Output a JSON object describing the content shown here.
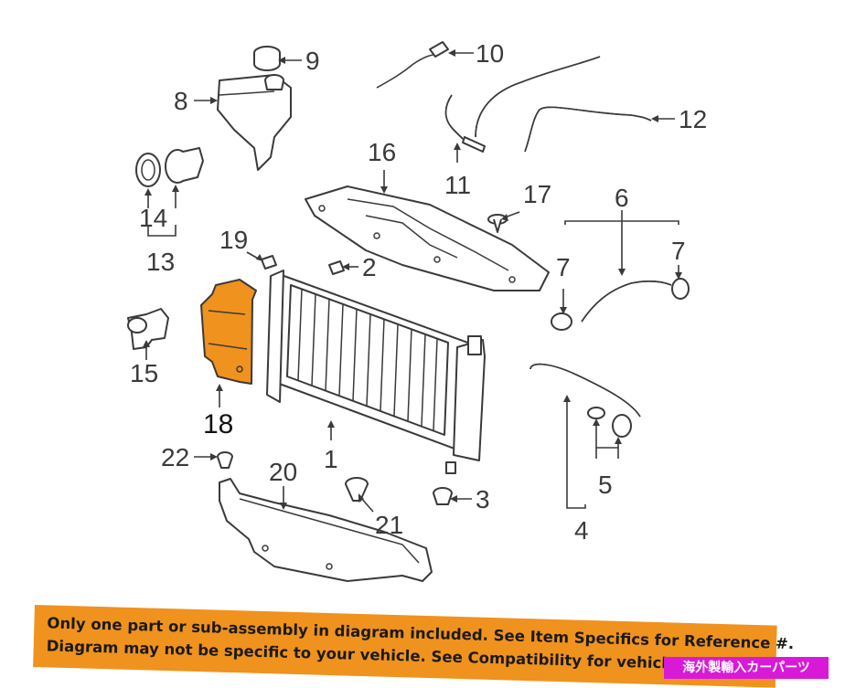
{
  "callouts": {
    "c1": "1",
    "c2": "2",
    "c3": "3",
    "c4": "4",
    "c5": "5",
    "c6": "6",
    "c7a": "7",
    "c7b": "7",
    "c8": "8",
    "c9": "9",
    "c10": "10",
    "c11": "11",
    "c12": "12",
    "c13": "13",
    "c14": "14",
    "c15": "15",
    "c16": "16",
    "c17": "17",
    "c18": "18",
    "c19": "19",
    "c20": "20",
    "c21": "21",
    "c22": "22"
  },
  "highlight_color": "#f0921e",
  "banner": {
    "line1": "Only one part or sub-assembly in diagram included. See Item Specifics for Reference #.",
    "line2": "Diagram may not be specific to your vehicle. See Compatibility for vehicle-spec"
  },
  "watermark": "海外製輸入カーパーツ"
}
